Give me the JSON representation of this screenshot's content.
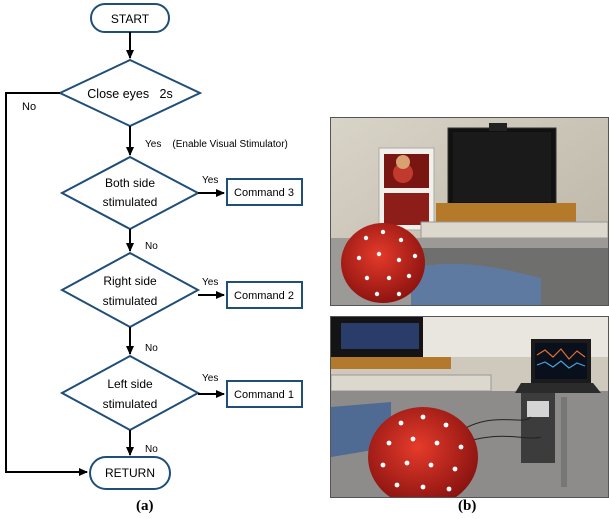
{
  "flowchart": {
    "start": "START",
    "decision1": "Close eyes   2s",
    "no_loop": "No",
    "yes_enable": "Yes    (Enable Visual Stimulator)",
    "decision2_line1": "Both side",
    "decision2_line2": "stimulated",
    "decision3_line1": "Right side",
    "decision3_line2": "stimulated",
    "decision4_line1": "Left side",
    "decision4_line2": "stimulated",
    "yes_label": "Yes",
    "no_label": "No",
    "command3": "Command 3",
    "command2": "Command 2",
    "command1": "Command 1",
    "return": "RETURN"
  },
  "captions": {
    "a": "(a)",
    "b": "(b)"
  },
  "colors": {
    "node_border": "#1f4e79",
    "edge": "#000000"
  }
}
